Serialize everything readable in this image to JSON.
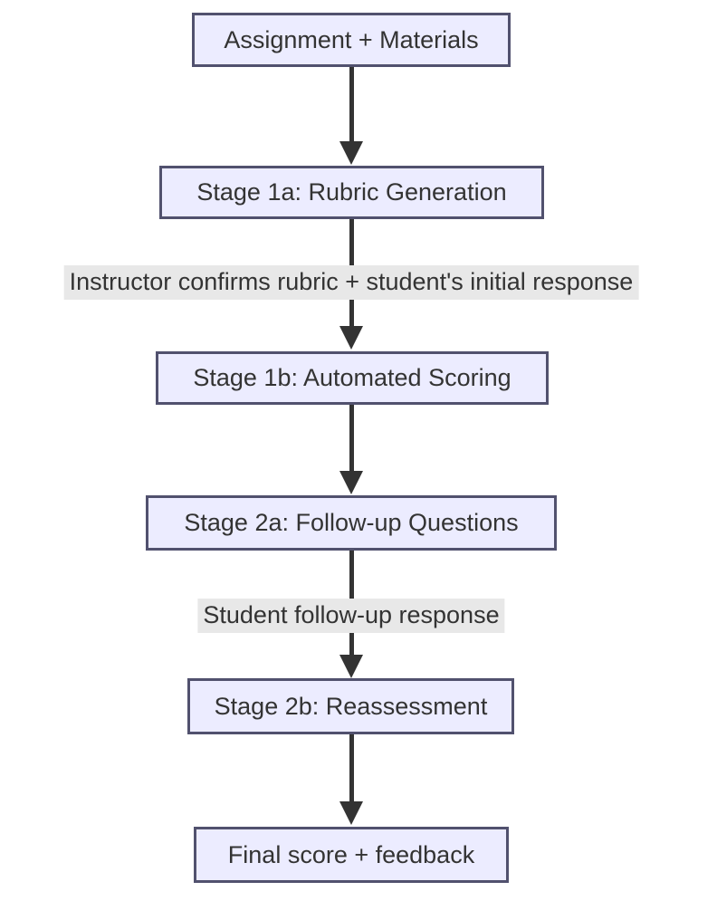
{
  "colors": {
    "bg": "#ffffff",
    "node_fill": "#ececff",
    "node_border": "#51516e",
    "text_color": "#333333",
    "arrow_color": "#333333",
    "edge_label_bg": "#e8e8e8"
  },
  "diagram": {
    "type": "flowchart-top-down",
    "nodes": [
      {
        "id": "input",
        "label": "Assignment + Materials"
      },
      {
        "id": "stage1a",
        "label": "Stage 1a: Rubric Generation"
      },
      {
        "id": "stage1b",
        "label": "Stage 1b: Automated Scoring"
      },
      {
        "id": "stage2a",
        "label": "Stage 2a: Follow-up Questions"
      },
      {
        "id": "stage2b",
        "label": "Stage 2b: Reassessment"
      },
      {
        "id": "output",
        "label": "Final score + feedback"
      }
    ],
    "edges": [
      {
        "from": "input",
        "to": "stage1a",
        "label": ""
      },
      {
        "from": "stage1a",
        "to": "stage1b",
        "label": "Instructor confirms rubric + student's initial response"
      },
      {
        "from": "stage1b",
        "to": "stage2a",
        "label": ""
      },
      {
        "from": "stage2a",
        "to": "stage2b",
        "label": "Student follow-up response"
      },
      {
        "from": "stage2b",
        "to": "output",
        "label": ""
      }
    ]
  }
}
